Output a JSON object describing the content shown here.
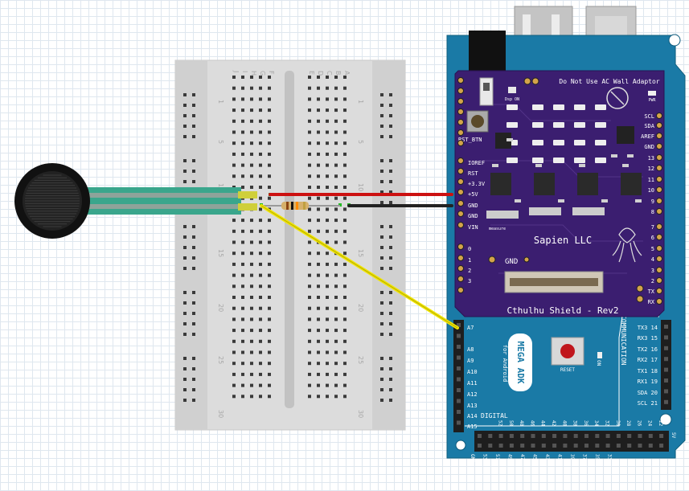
{
  "breadboard": {
    "row_labels_left": [
      "J",
      "I",
      "H",
      "G",
      "F"
    ],
    "row_labels_right": [
      "E",
      "D",
      "C",
      "B",
      "A"
    ],
    "row_numbers": [
      "1",
      "5",
      "10",
      "15",
      "20",
      "25",
      "30"
    ]
  },
  "shield": {
    "warning": "Do Not Use AC Wall Adaptor",
    "name": "Sapien LLC",
    "rev": "Cthulhu Shield - Rev2",
    "rst_btn": "RST_BTN",
    "measure": "measure",
    "gnd_label": "GND",
    "pwr": "PWR",
    "dsp_on": "Dsp ON",
    "left_pins": [
      "IOREF",
      "RST",
      "+3.3V",
      "+5V",
      "GND",
      "GND",
      "VIN"
    ],
    "analog_pins": [
      "0",
      "1",
      "2",
      "3"
    ],
    "right_pins": [
      "SCL",
      "SDA",
      "AREF",
      "GND",
      "13",
      "12",
      "11",
      "10",
      "9",
      "8",
      "7",
      "6",
      "5",
      "4",
      "3",
      "2",
      "TX",
      "RX"
    ]
  },
  "arduino": {
    "model": "MEGA ADK",
    "subtitle": "for Android",
    "reset": "RESET",
    "on": "ON",
    "digital": "DIGITAL",
    "communication": "COMMUNICATION",
    "analog_pins": [
      "A7",
      "A8",
      "A9",
      "A10",
      "A11",
      "A12",
      "A13",
      "A14",
      "A15"
    ],
    "comm_pins": [
      "TX3 14",
      "RX3 15",
      "TX2 16",
      "RX2 17",
      "TX1 18",
      "RX1 19",
      "SDA 20",
      "SCL 21"
    ],
    "header_labels": [
      "22",
      "24",
      "26",
      "28",
      "30",
      "32",
      "34",
      "36",
      "38",
      "40",
      "42",
      "44",
      "46",
      "48",
      "50",
      "52"
    ],
    "bottom_labels": [
      "GND",
      "53",
      "51",
      "49",
      "47",
      "45",
      "43",
      "41",
      "39",
      "37",
      "35",
      "33"
    ],
    "five_v": "5V"
  },
  "colors": {
    "pcb_blue": "#1a7aa6",
    "shield_purple": "#3b1e70",
    "wire_red": "#cc1111",
    "wire_black": "#222222",
    "wire_yellow": "#f2e600",
    "fsr_green": "#3aa68c"
  }
}
